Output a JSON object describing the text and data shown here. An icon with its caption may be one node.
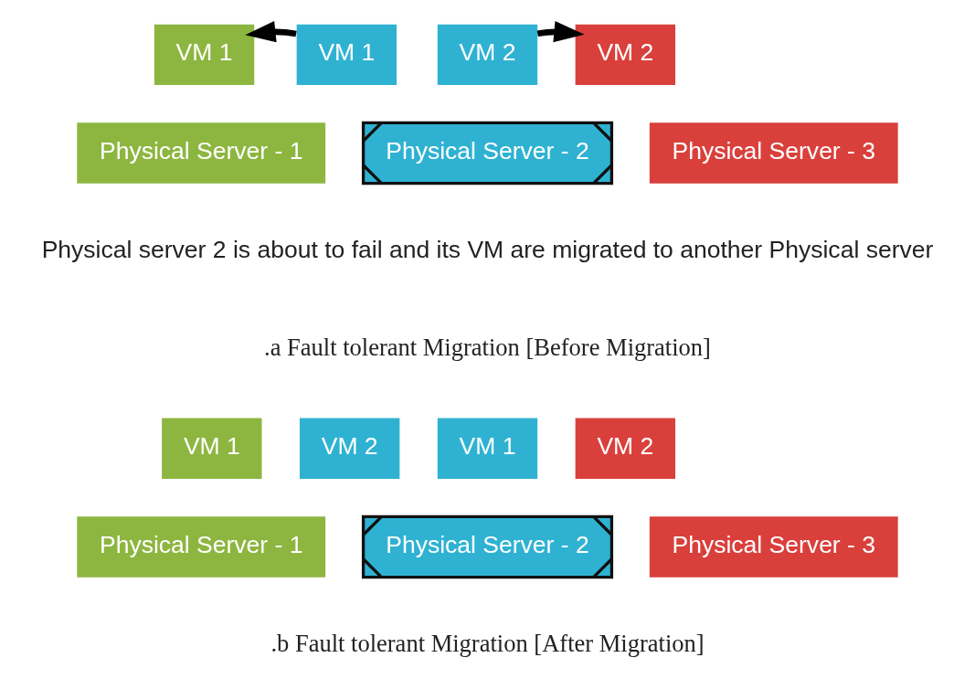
{
  "diagram": {
    "nodes": [
      {
        "text": [
          "VM 1"
        ]
      },
      {
        "text": [
          "VM 1"
        ]
      },
      {
        "text": [
          "VM 2"
        ]
      },
      {
        "text": [
          "VM 2"
        ]
      },
      {
        "text": [
          "Physical Server - 1"
        ]
      },
      {
        "text": [
          "Physical Server - 2"
        ]
      },
      {
        "text": [
          "Physical Server - 3"
        ]
      },
      {
        "text": [
          "VM 1"
        ]
      },
      {
        "text": [
          "VM 2"
        ]
      },
      {
        "text": [
          "VM 1"
        ]
      },
      {
        "text": [
          "VM 2"
        ]
      },
      {
        "text": [
          "Physical Server - 1"
        ]
      },
      {
        "text": [
          "Physical Server - 2"
        ]
      },
      {
        "text": [
          "Physical Server - 3"
        ]
      }
    ],
    "edges": [
      {
        "from": 1,
        "to": 0,
        "arrow": "to"
      },
      {
        "from": 2,
        "to": 3,
        "arrow": "to"
      }
    ],
    "labels": [
      "Physical server 2 is about to fail and its VM are migrated to another Physical server",
      ".a Fault tolerant Migration [Before Migration]",
      ".b Fault tolerant Migration [After Migration]"
    ]
  }
}
